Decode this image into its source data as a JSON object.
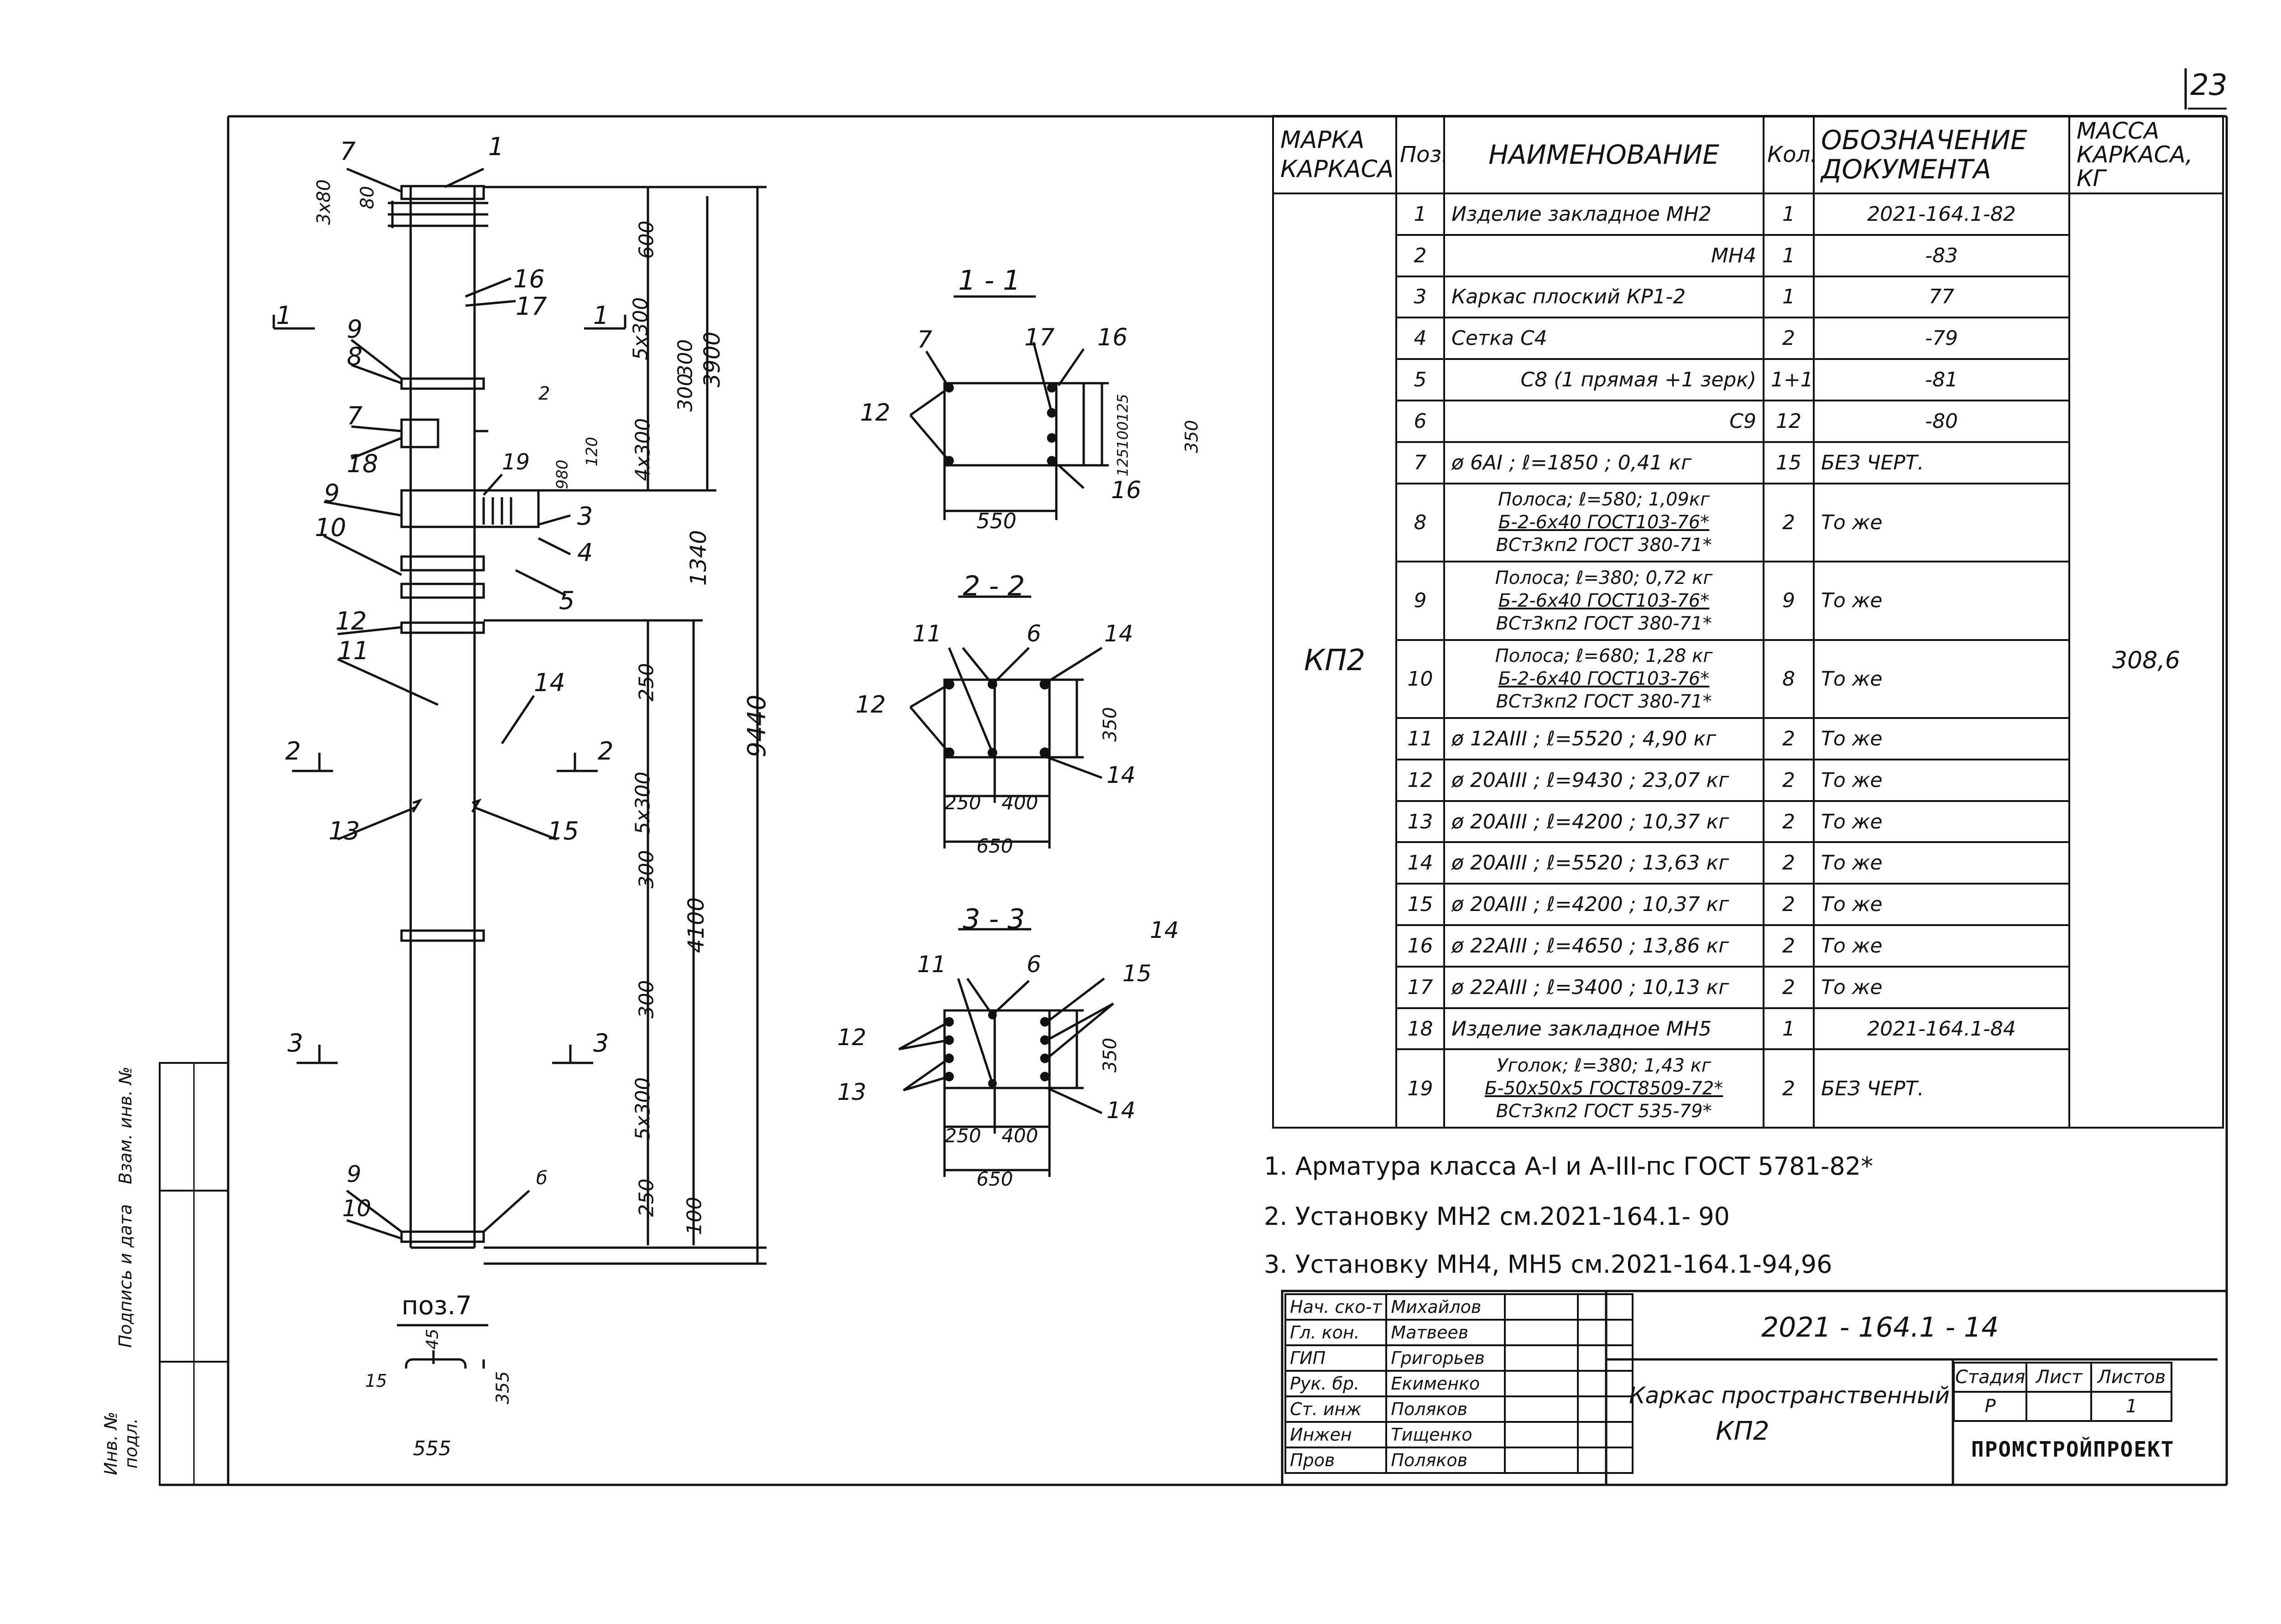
{
  "page_number": "23",
  "side_stamps": [
    "Инв. № подл.",
    "Подпись и дата",
    "Взам. инв. №"
  ],
  "elevation": {
    "callouts": [
      "7",
      "1",
      "16",
      "17",
      "9",
      "8",
      "7",
      "18",
      "19",
      "3",
      "9",
      "10",
      "4",
      "5",
      "12",
      "11",
      "14",
      "13",
      "15",
      "9",
      "10",
      "2",
      "б"
    ],
    "left_dims": [
      "3x80",
      "80"
    ],
    "small_dims": [
      "980",
      "120"
    ],
    "dims": [
      "600",
      "5x300",
      "300",
      "300",
      "4x300",
      "3900",
      "1340",
      "250",
      "5x300",
      "300",
      "4100",
      "300",
      "5x300",
      "250",
      "100",
      "9440"
    ],
    "sections": [
      "1",
      "1",
      "2",
      "2",
      "3",
      "3"
    ]
  },
  "pos7": {
    "title": "поз.7",
    "dims": [
      "45",
      "15",
      "355",
      "555"
    ]
  },
  "sec1": {
    "title": "1 - 1",
    "callouts": [
      "7",
      "17",
      "16",
      "12",
      "16"
    ],
    "dims": [
      "550",
      "125",
      "100",
      "125",
      "350"
    ]
  },
  "sec2": {
    "title": "2 - 2",
    "callouts": [
      "11",
      "6",
      "14",
      "12",
      "14"
    ],
    "dims": [
      "250",
      "400",
      "650",
      "350"
    ]
  },
  "sec3": {
    "title": "3 - 3",
    "callouts": [
      "11",
      "6",
      "14",
      "15",
      "12",
      "13",
      "14"
    ],
    "dims": [
      "250",
      "400",
      "650",
      "350"
    ]
  },
  "spec": {
    "headers": [
      "МАРКА КАРКАСА",
      "Поз.",
      "НАИМЕНОВАНИЕ",
      "Кол.",
      "ОБОЗНАЧЕНИЕ ДОКУМЕНТА",
      "МАССА КАРКАСА, КГ"
    ],
    "mark": "КП2",
    "mass": "308,6",
    "rows": [
      {
        "pos": "1",
        "name": "Изделие закладное МН2",
        "qty": "1",
        "doc": "2021-164.1-82"
      },
      {
        "pos": "2",
        "name": "МН4",
        "qty": "1",
        "doc": "-83"
      },
      {
        "pos": "3",
        "name": "Каркас плоский КР1-2",
        "qty": "1",
        "doc": "77"
      },
      {
        "pos": "4",
        "name": "Сетка С4",
        "qty": "2",
        "doc": "-79"
      },
      {
        "pos": "5",
        "name": "С8 (1 прямая +1 зерк)",
        "qty": "1+1",
        "doc": "-81"
      },
      {
        "pos": "6",
        "name": "С9",
        "qty": "12",
        "doc": "-80"
      },
      {
        "pos": "7",
        "name": "ø 6АI ; ℓ=1850 ; 0,41 кг",
        "qty": "15",
        "doc": "БЕЗ ЧЕРТ."
      },
      {
        "pos": "8",
        "name": "Полоса; ℓ=580; 1,09кг / Б-2-6х40 ГОСТ103-76* / ВСт3кп2 ГОСТ 380-71*",
        "qty": "2",
        "doc": "То же"
      },
      {
        "pos": "9",
        "name": "Полоса; ℓ=380; 0,72 кг / Б-2-6х40 ГОСТ103-76* / ВСт3кп2 ГОСТ 380-71*",
        "qty": "9",
        "doc": "То же"
      },
      {
        "pos": "10",
        "name": "Полоса; ℓ=680; 1,28 кг / Б-2-6х40 ГОСТ103-76* / ВСт3кп2 ГОСТ 380-71*",
        "qty": "8",
        "doc": "То же"
      },
      {
        "pos": "11",
        "name": "ø 12АIII ; ℓ=5520 ; 4,90 кг",
        "qty": "2",
        "doc": "То же"
      },
      {
        "pos": "12",
        "name": "ø 20АIII ; ℓ=9430 ; 23,07 кг",
        "qty": "2",
        "doc": "То же"
      },
      {
        "pos": "13",
        "name": "ø 20АIII ; ℓ=4200 ; 10,37 кг",
        "qty": "2",
        "doc": "То же"
      },
      {
        "pos": "14",
        "name": "ø 20АIII ; ℓ=5520 ; 13,63 кг",
        "qty": "2",
        "doc": "То же"
      },
      {
        "pos": "15",
        "name": "ø 20АIII ; ℓ=4200 ; 10,37 кг",
        "qty": "2",
        "doc": "То же"
      },
      {
        "pos": "16",
        "name": "ø 22АIII ; ℓ=4650 ; 13,86 кг",
        "qty": "2",
        "doc": "То же"
      },
      {
        "pos": "17",
        "name": "ø 22АIII ; ℓ=3400 ; 10,13 кг",
        "qty": "2",
        "doc": "То же"
      },
      {
        "pos": "18",
        "name": "Изделие закладное МН5",
        "qty": "1",
        "doc": "2021-164.1-84"
      },
      {
        "pos": "19",
        "name": "Уголок; ℓ=380; 1,43 кг / Б-50х50х5 ГОСТ8509-72* / ВСт3кп2 ГОСТ 535-79*",
        "qty": "2",
        "doc": "БЕЗ ЧЕРТ."
      }
    ]
  },
  "notes": [
    "1. Арматура класса А-I и А-III-пс ГОСТ 5781-82*",
    "2. Установку МН2 см.2021-164.1- 90",
    "3. Установку МН4, МН5 см.2021-164.1-94,96"
  ],
  "title_block": {
    "code": "2021 - 164.1 - 14",
    "title_line1": "Каркас пространственный",
    "title_line2": "КП2",
    "stage_headers": [
      "Стадия",
      "Лист",
      "Листов"
    ],
    "stage_values": [
      "Р",
      "",
      "1"
    ],
    "org": "ПРОМСТРОЙПРОЕКТ",
    "roles": [
      {
        "role": "Нач. ско-т",
        "name": "Михайлов"
      },
      {
        "role": "Гл. кон.",
        "name": "Матвеев"
      },
      {
        "role": "ГИП",
        "name": "Григорьев"
      },
      {
        "role": "Рук. бр.",
        "name": "Екименко"
      },
      {
        "role": "Ст. инж",
        "name": "Поляков"
      },
      {
        "role": "Инжен",
        "name": "Тищенко"
      },
      {
        "role": "Пров",
        "name": "Поляков"
      }
    ]
  }
}
